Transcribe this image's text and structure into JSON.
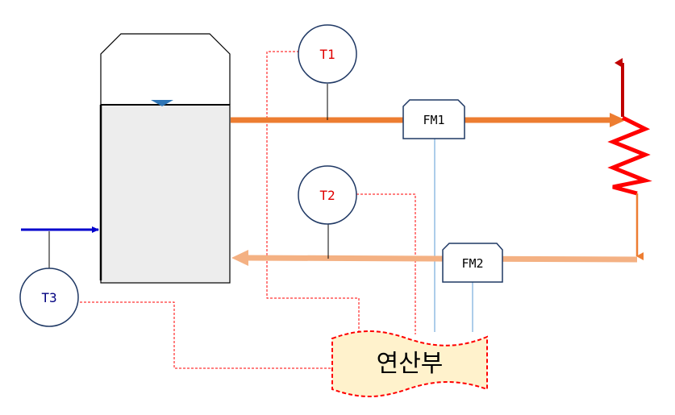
{
  "sensors": {
    "t1": {
      "label": "T1"
    },
    "t2": {
      "label": "T2"
    },
    "t3": {
      "label": "T3"
    }
  },
  "meters": {
    "fm1": {
      "label": "FM1"
    },
    "fm2": {
      "label": "FM2"
    }
  },
  "processor": {
    "label": "연산부"
  },
  "colors": {
    "supply_pipe": "#ED7D31",
    "return_pipe": "#F4B183",
    "inlet_pipe": "#0000CC",
    "heater": "#FF0000",
    "exhaust_arrow": "#C00000",
    "signal_dashed": "#FF0000",
    "signal_solid": "#5B9BD5",
    "temp_label": "#E00000",
    "t3_label": "#000080",
    "tank_fill": "#EDEDED",
    "processor_fill": "#FFF2CC",
    "level_marker": "#2E75B6"
  }
}
